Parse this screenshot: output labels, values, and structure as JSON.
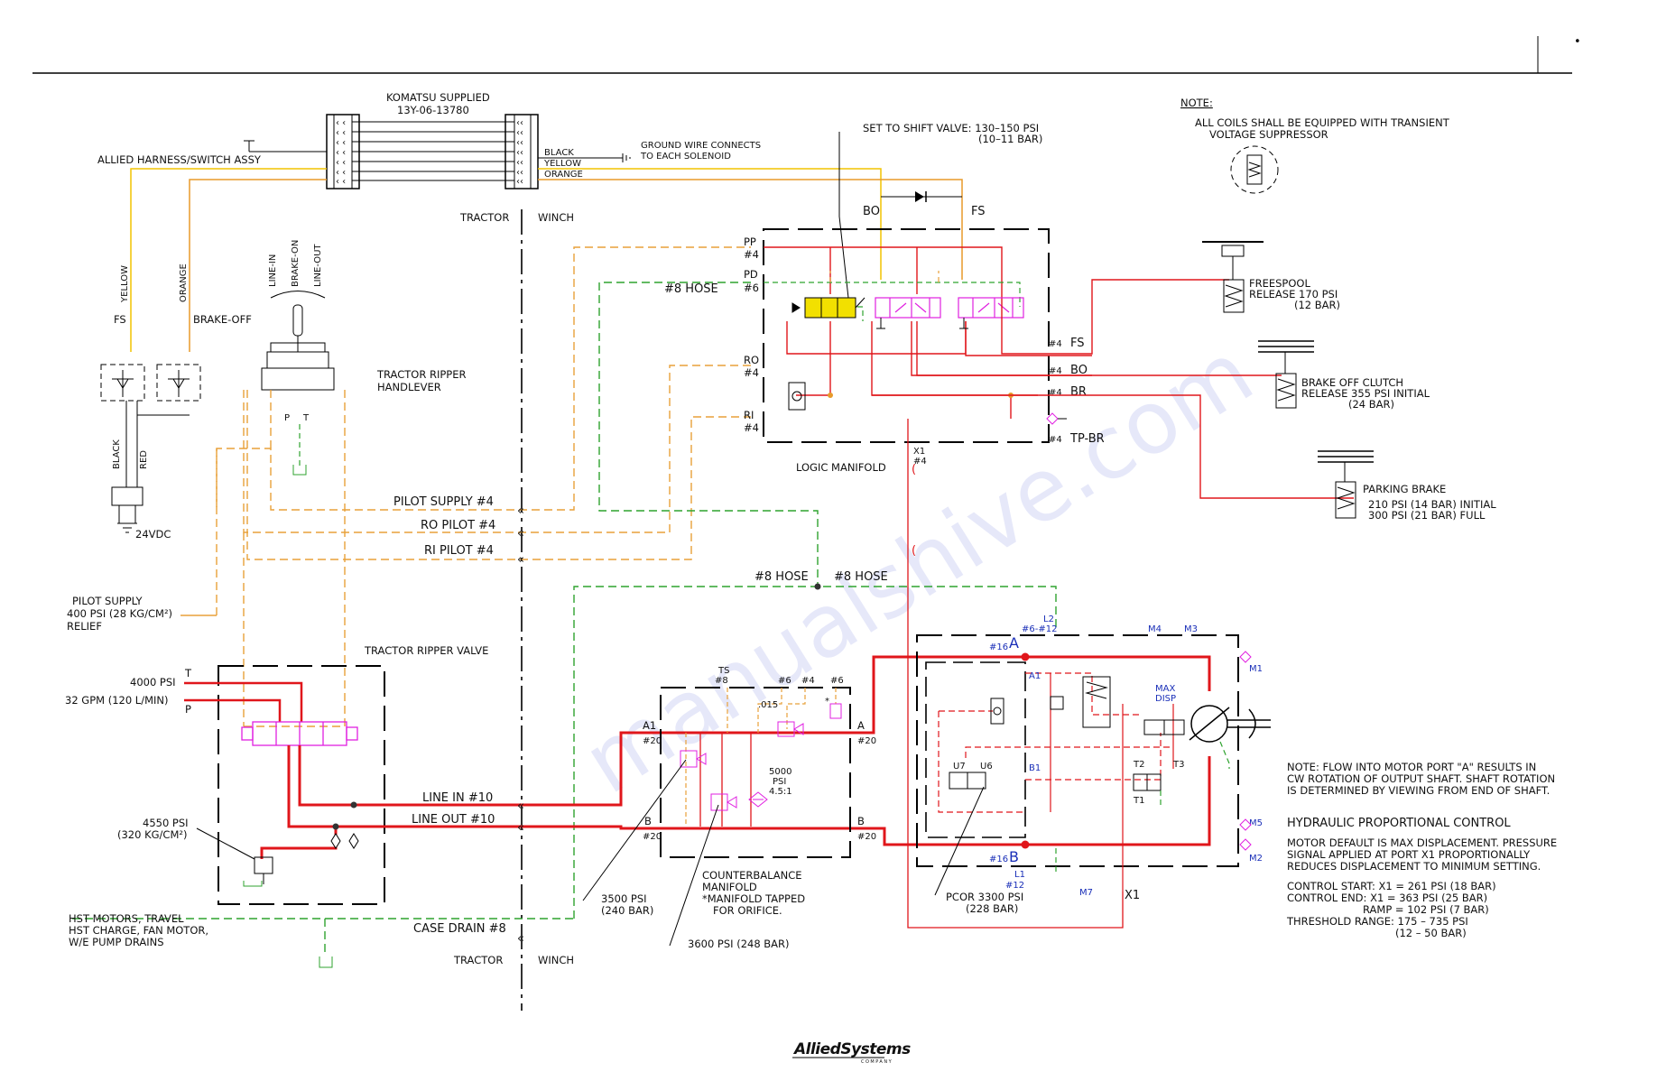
{
  "sheet": {
    "page_mark": "•"
  },
  "harness": {
    "supplier_title": "KOMATSU SUPPLIED",
    "supplier_part": "13Y-06-13780",
    "assy_label": "ALLIED HARNESS/SWITCH ASSY",
    "wire_black": "BLACK",
    "wire_yellow": "YELLOW",
    "wire_orange": "ORANGE",
    "ground_note_1": "GROUND WIRE CONNECTS",
    "ground_note_2": "TO EACH SOLENOID",
    "yellow_vertical": "YELLOW",
    "orange_vertical": "ORANGE",
    "fs_label": "FS",
    "brake_off_label": "BRAKE-OFF",
    "black_vertical": "BLACK",
    "red_vertical": "RED",
    "voltage": "24VDC"
  },
  "zones": {
    "tractor": "TRACTOR",
    "winch": "WINCH"
  },
  "handlever": {
    "pos_line_in": "LINE-IN",
    "pos_brake_on": "BRAKE-ON",
    "pos_line_out": "LINE-OUT",
    "title_1": "TRACTOR RIPPER",
    "title_2": "HANDLEVER",
    "port_p": "P",
    "port_t": "T"
  },
  "logic_manifold": {
    "title": "LOGIC MANIFOLD",
    "shift_note_1": "SET TO SHIFT VALVE: 130–150 PSI",
    "shift_note_2": "(10–11 BAR)",
    "bo": "BO",
    "fs": "FS",
    "pp": "PP",
    "pd": "PD",
    "ro": "RO",
    "ri": "RI",
    "x1": "X1",
    "size4": "#4",
    "size6": "#6",
    "hose8": "#8 HOSE",
    "out_fs": "FS",
    "out_bo": "BO",
    "out_br": "BR",
    "out_tpbr": "TP-BR"
  },
  "pilot_lines": {
    "supply": "PILOT SUPPLY #4",
    "ro": "RO PILOT #4",
    "ri": "RI PILOT #4",
    "hose_a": "#8 HOSE",
    "hose_b": "#8 HOSE"
  },
  "pilot_supply": {
    "title": "PILOT SUPPLY",
    "pressure": "400 PSI (28 KG/CM²)",
    "relief": "RELIEF"
  },
  "actuators": {
    "freespool_1": "FREESPOOL",
    "freespool_2": "RELEASE 170 PSI",
    "freespool_3": "(12 BAR)",
    "clutch_1": "BRAKE OFF CLUTCH",
    "clutch_2": "RELEASE 355 PSI INITIAL",
    "clutch_3": "(24 BAR)",
    "park_1": "PARKING BRAKE",
    "park_2": "210 PSI (14 BAR) INITIAL",
    "park_3": "300 PSI (21 BAR) FULL"
  },
  "note_coils": {
    "heading": "NOTE:",
    "line1": "ALL COILS SHALL BE EQUIPPED WITH TRANSIENT",
    "line2": "VOLTAGE SUPPRESSOR"
  },
  "ripper_valve": {
    "title": "TRACTOR RIPPER VALVE",
    "pressure": "4000 PSI",
    "flow": "32 GPM (120 L/MIN)",
    "port_t": "T",
    "port_p": "P",
    "relief_1": "4550 PSI",
    "relief_2": "(320 KG/CM²)"
  },
  "lines": {
    "line_in": "LINE IN #10",
    "line_out": "LINE OUT #10",
    "case_drain": "CASE DRAIN #8"
  },
  "drains": {
    "d1": "HST MOTORS, TRAVEL",
    "d2": "HST CHARGE, FAN MOTOR,",
    "d3": "W/E PUMP DRAINS"
  },
  "counterbalance": {
    "title_1": "COUNTERBALANCE",
    "title_2": "MANIFOLD",
    "note_1": "*MANIFOLD TAPPED",
    "note_2": "FOR ORIFICE.",
    "ts": "TS",
    "ts_size": "#8",
    "p6a": "#6",
    "p4": "#4",
    "p6b": "#6",
    "orifice": ".015",
    "a1": "A1",
    "a1_size": "#20",
    "b": "B",
    "b_size": "#20",
    "a": "A",
    "a_size": "#20",
    "b_out": "B",
    "b_out_size": "#20",
    "relief_pressure": "5000",
    "relief_psi": "PSI",
    "relief_ratio": "4.5:1",
    "setting_3500_1": "3500 PSI",
    "setting_3500_2": "(240 BAR)",
    "setting_3600": "3600 PSI (248 BAR)"
  },
  "motor": {
    "port_a": "A",
    "port_b": "B",
    "a_size": "#16",
    "b_size": "#16",
    "l2": "L2",
    "l2_size": "#6-#12",
    "l1": "L1",
    "l1_size": "#12",
    "m1": "M1",
    "m2": "M2",
    "m3": "M3",
    "m4": "M4",
    "m5": "M5",
    "m7": "M7",
    "x1": "X1",
    "a1": "A1",
    "b1": "B1",
    "u6": "U6",
    "u7": "U7",
    "t1": "T1",
    "t2": "T2",
    "t3": "T3",
    "max_1": "MAX",
    "max_2": "DISP",
    "pcor_1": "PCOR 3300 PSI",
    "pcor_2": "(228 BAR)"
  },
  "note_motor": {
    "line1": "NOTE: FLOW INTO MOTOR PORT \"A\" RESULTS IN",
    "line2": "CW ROTATION OF OUTPUT SHAFT. SHAFT ROTATION",
    "line3": "IS DETERMINED BY VIEWING FROM END OF SHAFT."
  },
  "proportional": {
    "title": "HYDRAULIC PROPORTIONAL CONTROL",
    "l1": "MOTOR DEFAULT IS MAX DISPLACEMENT. PRESSURE",
    "l2": "SIGNAL APPLIED AT PORT X1 PROPORTIONALLY",
    "l3": "REDUCES DISPLACEMENT TO MINIMUM SETTING.",
    "c1": "CONTROL START:  X1 = 261 PSI (18 BAR)",
    "c2": "CONTROL END:    X1 = 363 PSI (25 BAR)",
    "c3": "RAMP = 102 PSI (7 BAR)",
    "c4": "THRESHOLD RANGE:  175 – 735 PSI",
    "c5": "(12 – 50 BAR)"
  },
  "footer": {
    "logo": "AlliedSystems",
    "logo_sub": "COMPANY",
    "watermark": "manualshive.com"
  },
  "colors": {
    "pressure_line": "#e0161b",
    "pilot_line": "#e8a13a",
    "drain_line": "#2fa32f",
    "wire_yellow": "#f2c400",
    "wire_orange": "#e89a2a",
    "solenoid": "#e020e0",
    "shift_valve": "#f2e000",
    "blue_label": "#1a2fb8"
  }
}
